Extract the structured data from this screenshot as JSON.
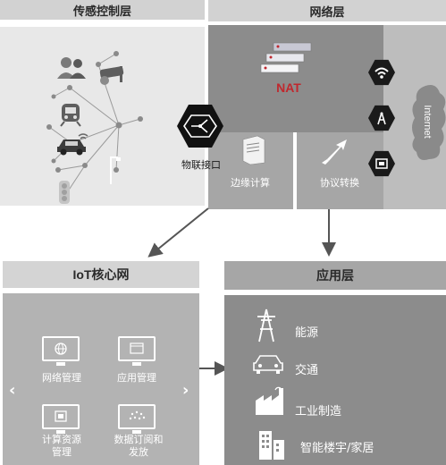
{
  "sensor_layer": {
    "title": "传感控制层"
  },
  "network_layer": {
    "title": "网络层",
    "nat_label": "NAT",
    "internet_label": "Internet",
    "iot_interface_label": "物联接口",
    "edge_computing_label": "边缘计算",
    "protocol_conversion_label": "协议转换"
  },
  "iot_core": {
    "title": "IoT核心网",
    "items": [
      {
        "label": "网络管理",
        "icon": "globe-icon"
      },
      {
        "label": "应用管理",
        "icon": "app-window-icon"
      },
      {
        "label": "计算资源\n管理",
        "icon": "chip-icon"
      },
      {
        "label": "数据订阅和\n发放",
        "icon": "data-cloud-icon"
      }
    ],
    "prev_arrow": "‹",
    "next_arrow": "›"
  },
  "application_layer": {
    "title": "应用层",
    "items": [
      {
        "label": "能源",
        "icon": "power-tower-icon"
      },
      {
        "label": "交通",
        "icon": "car-icon"
      },
      {
        "label": "工业制造",
        "icon": "factory-icon"
      },
      {
        "label": "智能楼宇/家居",
        "icon": "building-icon"
      }
    ]
  },
  "colors": {
    "panel_light": "#ececec",
    "panel_mid": "#bdbdbd",
    "panel_dark": "#9b9b9b",
    "nat_red": "#c0282e",
    "header": "#d4d4d4"
  }
}
